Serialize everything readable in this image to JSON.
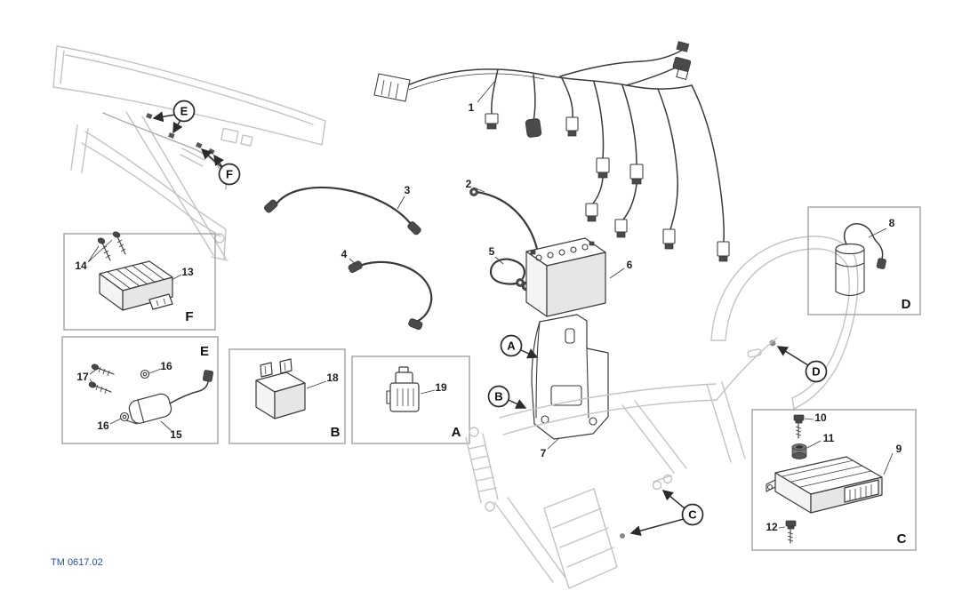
{
  "doc": {
    "code": "TM 0617.02"
  },
  "labels": {
    "p1": "1",
    "p2": "2",
    "p3": "3",
    "p4": "4",
    "p5": "5",
    "p6": "6",
    "p7": "7",
    "p8": "8",
    "p9": "9",
    "p10": "10",
    "p11": "11",
    "p12": "12",
    "p13": "13",
    "p14": "14",
    "p15": "15",
    "p16": "16",
    "p17": "17",
    "p18": "18",
    "p19": "19"
  },
  "letters": {
    "a": "A",
    "b": "B",
    "c": "C",
    "d": "D",
    "e": "E",
    "f": "F"
  },
  "colors": {
    "background": "#ffffff",
    "part_outline": "#3a3a3a",
    "frame_gray": "#c3c3c3",
    "detail_box_border": "#9a9a9a",
    "callout_border": "#2b2b2b",
    "doc_code": "#2a4fa5"
  }
}
